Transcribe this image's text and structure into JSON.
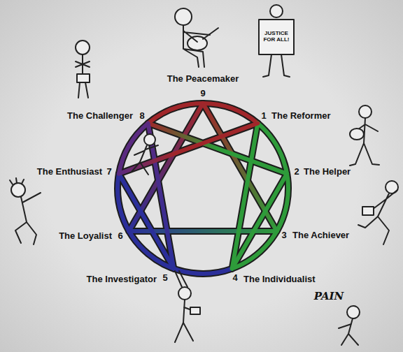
{
  "diagram": {
    "labels": [
      "9",
      "The Peacemaker",
      "1",
      "The Reformer",
      "2",
      "The Helper",
      "3",
      "The Achiever",
      "4",
      "The Individualist",
      "5",
      "The Investigator",
      "6",
      "The Loyalist",
      "7",
      "The Enthusiast",
      "8",
      "The Challenger",
      "JUSTICE FOR ALL!",
      "PAIN"
    ]
  }
}
